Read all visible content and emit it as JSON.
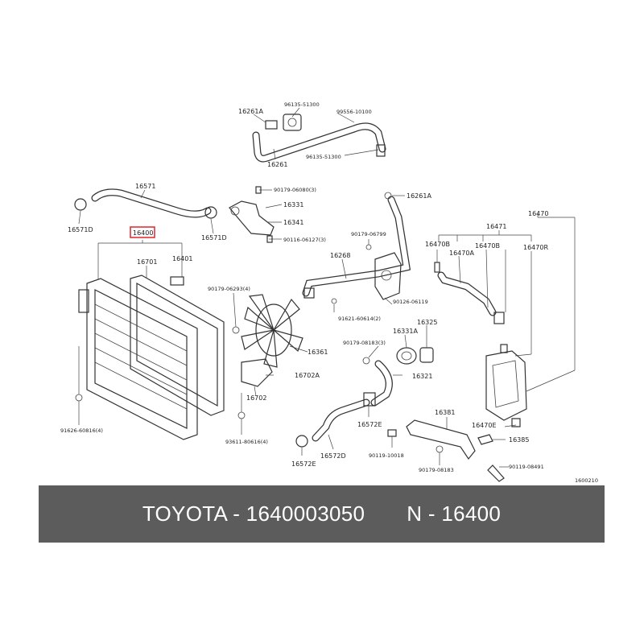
{
  "diagram": {
    "drawing_code": "1600210",
    "highlight_color": "#e0262b",
    "labels": {
      "p16261A_top": "16261A",
      "p96135_51300_a": "96135-51300",
      "p99556_10100": "99556-10100",
      "p96135_51300_b": "96135-51300",
      "p16261": "16261",
      "p16261A_right": "16261A",
      "p16571": "16571",
      "p90179_06080": "90179-06080(3)",
      "p16331": "16331",
      "p16341": "16341",
      "p90116_06127": "90116-06127(3)",
      "p16571D_left": "16571D",
      "p16571D_right": "16571D",
      "p16400": "16400",
      "p16401": "16401",
      "p16701": "16701",
      "p90179_06799": "90179-06799",
      "p16268": "16268",
      "p90179_06293": "90179-06293(4)",
      "p90126_06119": "90126-06119",
      "p91621_60614": "91621-60614(2)",
      "p16471": "16471",
      "p16470": "16470",
      "p16470B_a": "16470B",
      "p16470B_b": "16470B",
      "p16470A": "16470A",
      "p16470R": "16470R",
      "p16331A": "16331A",
      "p16325": "16325",
      "p90179_08183_a": "90179-08183(3)",
      "p16361": "16361",
      "p16321": "16321",
      "p16702A": "16702A",
      "p16702": "16702",
      "p91626_60816": "91626-60816(4)",
      "p93611_80616": "93611-80616(4)",
      "p16572E_a": "16572E",
      "p16381": "16381",
      "p16470E": "16470E",
      "p16385": "16385",
      "p90119_10018": "90119-10018",
      "p16572D": "16572D",
      "p16572E_b": "16572E",
      "p90179_08183_b": "90179-08183",
      "p90119_08491": "90119-08491"
    }
  },
  "banner": {
    "part_text": "TOYOTA - 1640003050",
    "ref_text": "N - 16400"
  }
}
